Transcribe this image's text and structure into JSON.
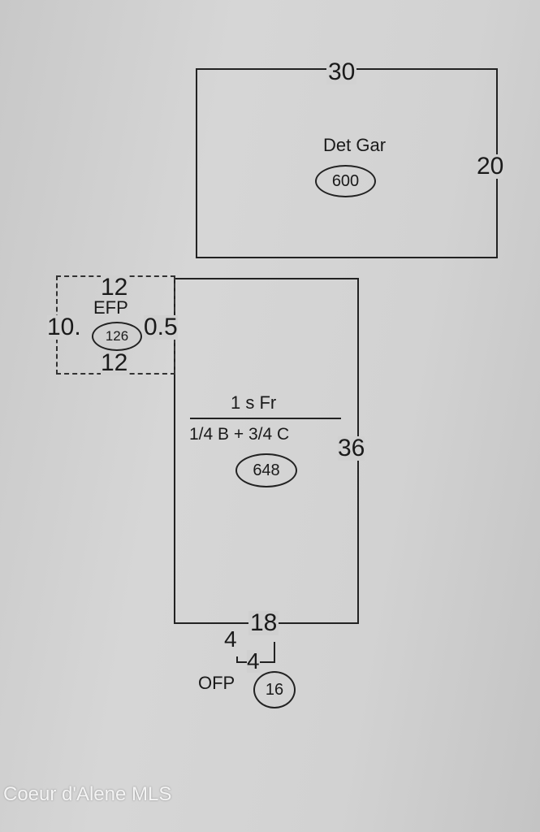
{
  "garage": {
    "name": "Det Gar",
    "area": "600",
    "width": "30",
    "depth": "20"
  },
  "house": {
    "name": "1 s Fr",
    "construction": "1/4 B + 3/4 C",
    "area": "648",
    "depth": "36",
    "width": "18"
  },
  "efp": {
    "name": "EFP",
    "area": "126",
    "top": "12",
    "bottom": "12",
    "left": "10.",
    "right": "0.5"
  },
  "ofp": {
    "name": "OFP",
    "area": "16",
    "dim_a": "4",
    "dim_b": "4"
  },
  "watermark": "Coeur d'Alene MLS"
}
